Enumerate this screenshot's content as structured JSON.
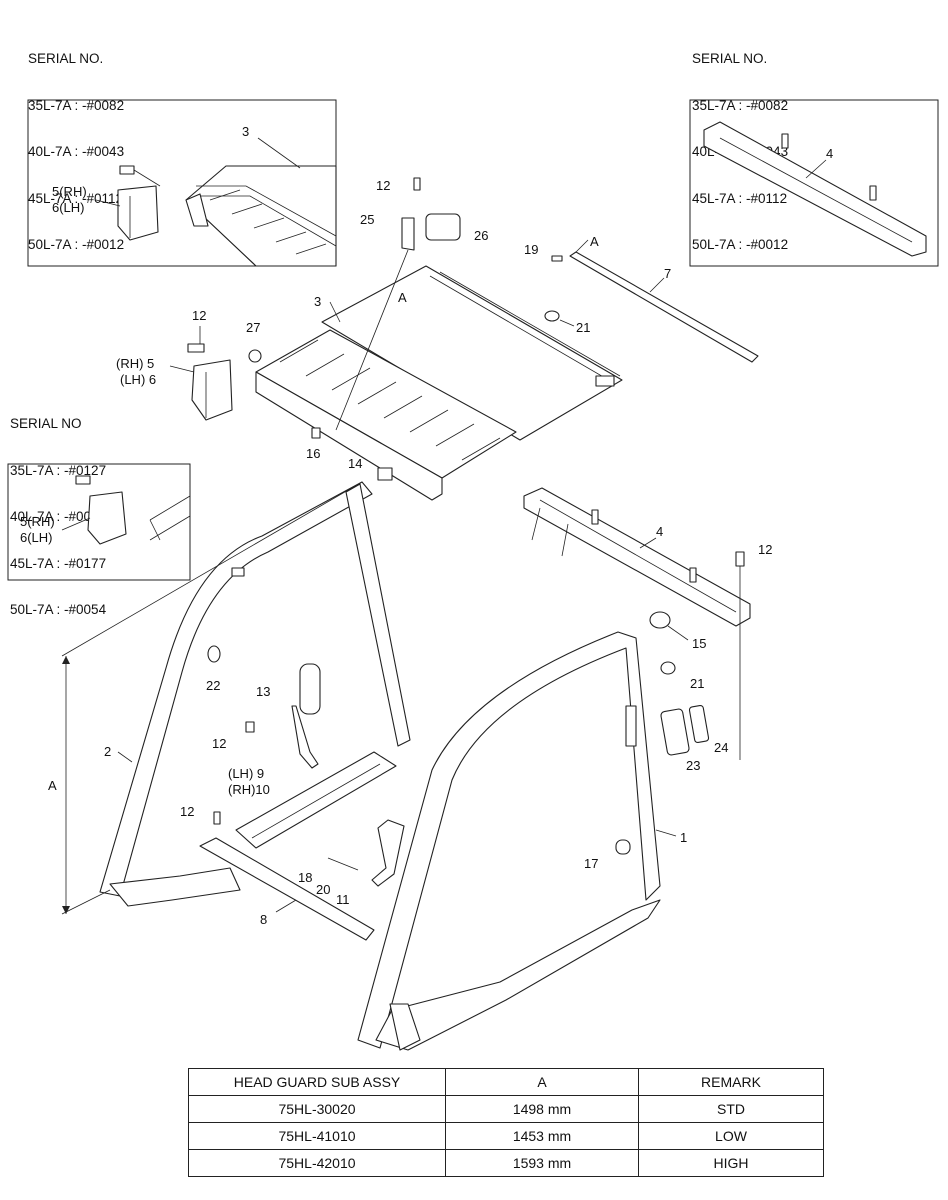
{
  "serial_top_left": {
    "title": "SERIAL NO.",
    "lines": [
      "35L-7A : -#0082",
      "40L-7A : -#0043",
      "45L-7A : -#0112",
      "50L-7A : -#0012"
    ]
  },
  "serial_top_right": {
    "title": "SERIAL NO.",
    "lines": [
      "35L-7A : -#0082",
      "40L-7A : -#0043",
      "45L-7A : -#0112",
      "50L-7A : -#0012"
    ]
  },
  "serial_mid_left": {
    "title": "SERIAL NO",
    "lines": [
      "35L-7A : -#0127",
      "40L-7A : -#0079",
      "45L-7A : -#0177",
      "50L-7A : -#0054"
    ]
  },
  "callouts": {
    "c3_inset": "3",
    "c5rh_inset": "5(RH)",
    "c6lh_inset": "6(LH)",
    "c4_inset": "4",
    "c12_top": "12",
    "c25": "25",
    "c26": "26",
    "c19": "19",
    "cA_rod": "A",
    "c7": "7",
    "c3": "3",
    "cA_roof": "A",
    "c21_top": "21",
    "c12_left": "12",
    "c27": "27",
    "c5": "(RH) 5",
    "c6": "(LH) 6",
    "c16": "16",
    "c5rh_inset2": "5(RH)",
    "c6lh_inset2": "6(LH)",
    "c14": "14",
    "c4": "4",
    "c12_right": "12",
    "c15": "15",
    "c22": "22",
    "c21": "21",
    "c13": "13",
    "c2": "2",
    "c12_mid": "12",
    "c9": "(LH)   9",
    "c10": "(RH)10",
    "c23": "23",
    "c24": "24",
    "c1": "1",
    "cA_dim": "A",
    "c12_low": "12",
    "c17": "17",
    "c18": "18",
    "c20": "20",
    "c11": "11",
    "c8": "8"
  },
  "table": {
    "headers": [
      "HEAD GUARD SUB ASSY",
      "A",
      "REMARK"
    ],
    "rows": [
      [
        "75HL-30020",
        "1498 mm",
        "STD"
      ],
      [
        "75HL-41010",
        "1453 mm",
        "LOW"
      ],
      [
        "75HL-42010",
        "1593 mm",
        "HIGH"
      ]
    ]
  }
}
